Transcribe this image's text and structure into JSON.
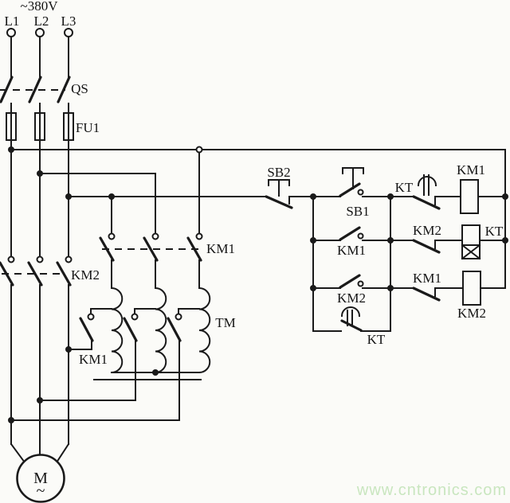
{
  "figure": {
    "background": "#fbfbf8",
    "line_color": "#1a1a1a"
  },
  "power_section": {
    "supply_label": "~380V",
    "phase_labels": [
      "L1",
      "L2",
      "L3"
    ],
    "disconnect_switch": "QS",
    "fuse": "FU1"
  },
  "main_circuit": {
    "run_contactor_contacts": "KM2",
    "start_contactor_contacts": "KM1",
    "autotransformer": "TM",
    "tap_contacts": "KM1",
    "motor": "M",
    "motor_type_symbol": "~"
  },
  "control_circuit": {
    "stop_button": "SB2",
    "start_button": "SB1",
    "row1_timer_contact": "KT",
    "row1_coil": "KM1",
    "row2_seal_contact": "KM1",
    "row2_interlock_contact": "KM2",
    "row2_coil": "KT",
    "row3_seal_contact": "KM2",
    "row3_interlock_contact": "KM1",
    "row3_coil": "KM2",
    "row4_timer_contact": "KT"
  },
  "watermark": {
    "text": "www.cntronics.com",
    "color": "#c9e6bf"
  }
}
